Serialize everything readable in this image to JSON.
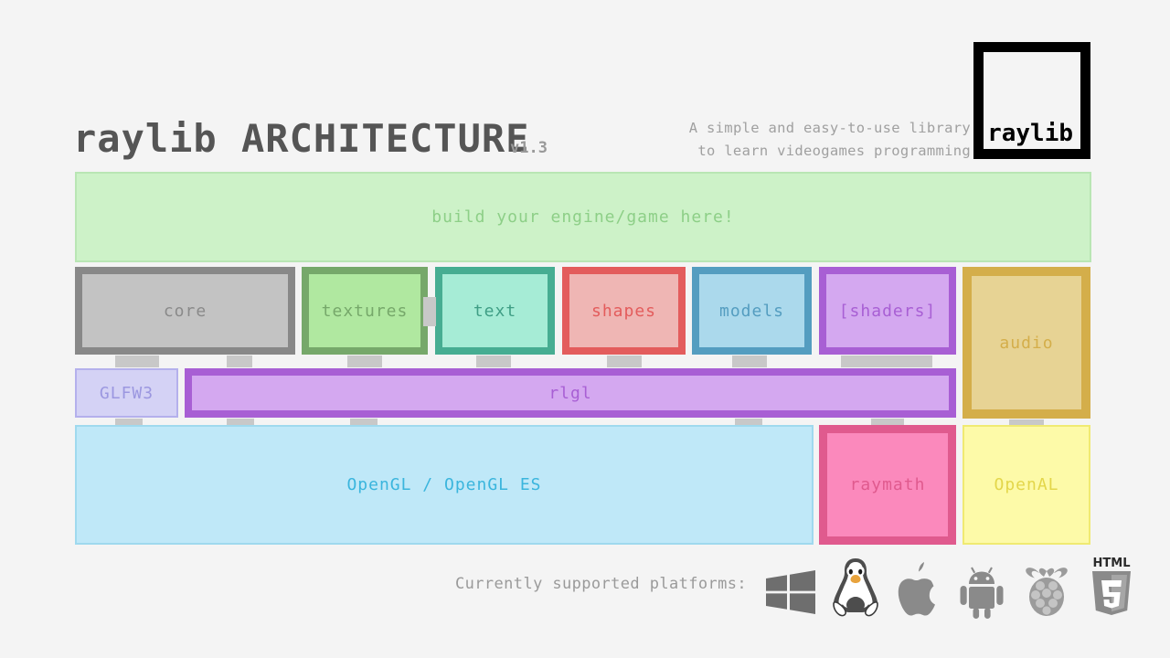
{
  "background_color": "#f4f4f4",
  "header": {
    "title": "raylib ARCHITECTURE",
    "version": "v1.3",
    "tagline_line1": "A simple and easy-to-use library",
    "tagline_line2": "to learn videogames programming",
    "title_color": "#555555",
    "version_color": "#999999",
    "tagline_color": "#a0a0a0"
  },
  "logo": {
    "text": "raylib",
    "border_color": "#000000",
    "fill_color": "#f4f4f4"
  },
  "banner": {
    "label": "build your engine/game here!",
    "fill": "#cdf2c8",
    "border": "#b9e6b4",
    "text_color": "#8dcf87"
  },
  "modules": [
    {
      "id": "core",
      "label": "core",
      "fill": "#c3c3c3",
      "border": "#888888",
      "text_color": "#8a8a8a"
    },
    {
      "id": "textures",
      "label": "textures",
      "fill": "#b0e8a0",
      "border": "#76a86a",
      "text_color": "#76a86a"
    },
    {
      "id": "text",
      "label": "text",
      "fill": "#a6ecd6",
      "border": "#46ad92",
      "text_color": "#3f9e85"
    },
    {
      "id": "shapes",
      "label": "shapes",
      "fill": "#efb6b4",
      "border": "#e35c5c",
      "text_color": "#e35c5c"
    },
    {
      "id": "models",
      "label": "models",
      "fill": "#abd9ec",
      "border": "#549dc0",
      "text_color": "#549dc0"
    },
    {
      "id": "shaders",
      "label": "[shaders]",
      "fill": "#d4a8f0",
      "border": "#a85fd4",
      "text_color": "#a85fd4"
    },
    {
      "id": "audio",
      "label": "audio",
      "fill": "#e7d394",
      "border": "#d4ae4a",
      "text_color": "#d4ae4a"
    }
  ],
  "middle_layer": [
    {
      "id": "glfw3",
      "label": "GLFW3",
      "fill": "#d4d2f5",
      "border": "#b4b0ec",
      "text_color": "#9b97e0"
    },
    {
      "id": "rlgl",
      "label": "rlgl",
      "fill": "#d4a8f0",
      "border": "#a85fd4",
      "text_color": "#a85fd4"
    }
  ],
  "bottom_layer": [
    {
      "id": "opengl",
      "label": "OpenGL / OpenGL ES",
      "fill": "#bfe8f8",
      "border": "#9fd9ee",
      "text_color": "#3ab5dd"
    },
    {
      "id": "raymath",
      "label": "raymath",
      "fill": "#fb89bc",
      "border": "#e05a8e",
      "text_color": "#e05a8e"
    },
    {
      "id": "openal",
      "label": "OpenAL",
      "fill": "#fdfaa8",
      "border": "#f0ea72",
      "text_color": "#e3d64a"
    }
  ],
  "connector_color": "#c8c8c8",
  "footer": {
    "platforms_label": "Currently supported platforms:",
    "label_color": "#9a9a9a",
    "icons": [
      "windows-icon",
      "linux-tux-icon",
      "apple-icon",
      "android-icon",
      "raspberry-pi-icon",
      "html5-icon"
    ]
  }
}
